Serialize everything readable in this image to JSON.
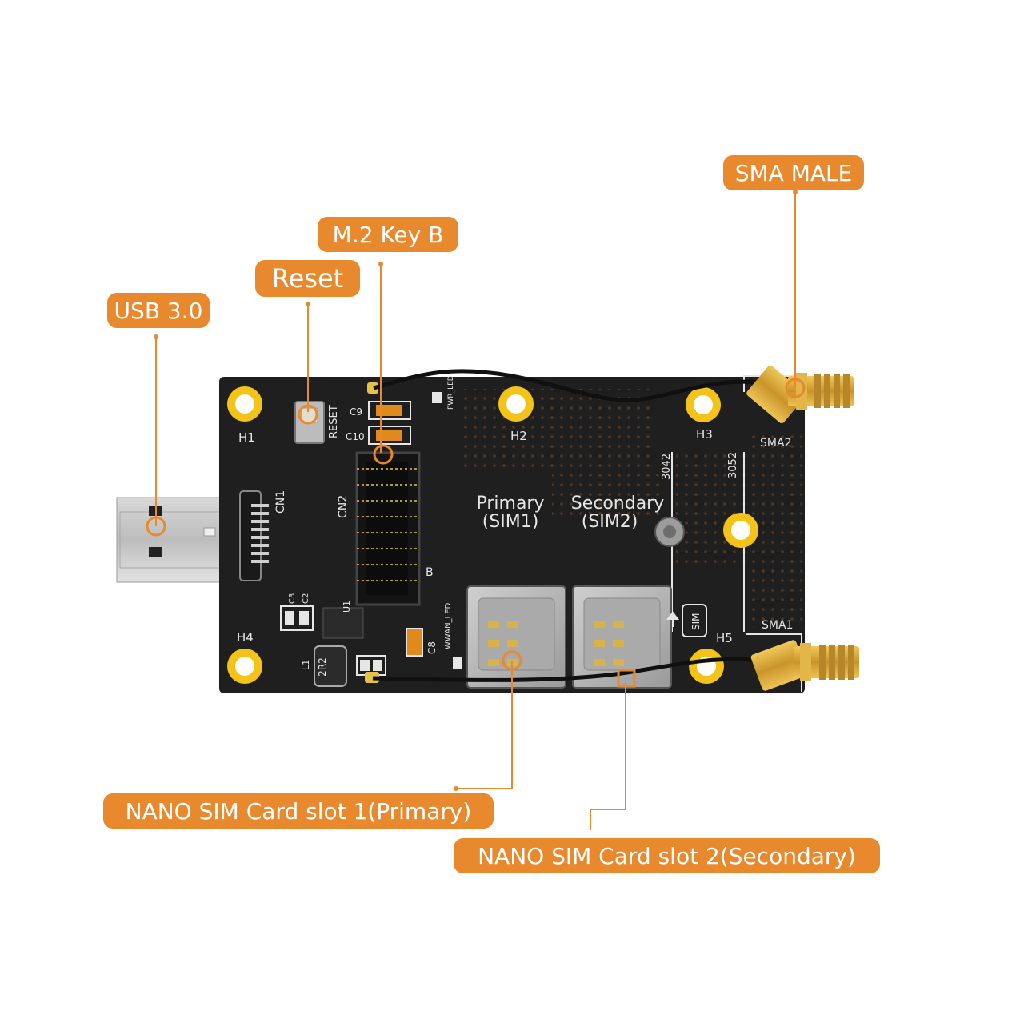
{
  "colors": {
    "callout": "#e8892e",
    "board": "#1f1f1f",
    "pad_gold": "#f3c31a",
    "connector_brass": "#d9a531",
    "silkscreen": "#e6e6e6"
  },
  "callouts": {
    "usb": "USB 3.0",
    "reset": "Reset",
    "m2": "M.2 Key B",
    "sma_male": "SMA MALE",
    "sim1": "NANO SIM Card slot 1(Primary)",
    "sim2": "NANO SIM Card slot 2(Secondary)"
  },
  "board_labels": {
    "h1": "H1",
    "h2": "H2",
    "h3": "H3",
    "h4": "H4",
    "h5": "H5",
    "cn1": "CN1",
    "cn2": "CN2",
    "reset_silk": "RESET",
    "c9": "C9",
    "c10": "C10",
    "c8": "C8",
    "primary": "Primary",
    "sim1": "(SIM1)",
    "secondary": "Secondary",
    "sim2": "(SIM2)",
    "size_3042": "3042",
    "size_3052": "3052",
    "sma1": "SMA1",
    "sma2": "SMA2",
    "sim_box": "SIM",
    "wwan_led": "WWAN_LED",
    "pwr_led": "PWR_LED",
    "key_b": "B",
    "l1": "L1",
    "u1": "U1",
    "inductor": "2R2",
    "c2": "C2",
    "c3": "C3"
  }
}
